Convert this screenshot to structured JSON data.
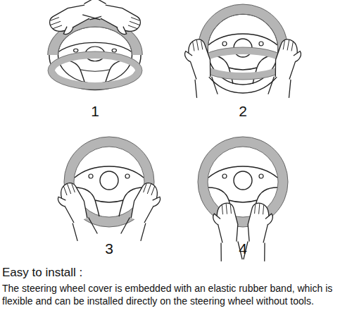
{
  "diagram": {
    "title": "Easy to install :",
    "caption": "The steering wheel cover is embedded with an elastic rubber band, which is flexible and can be installed directly on the steering wheel without tools.",
    "labels": [
      "1",
      "2",
      "3",
      "4"
    ]
  }
}
